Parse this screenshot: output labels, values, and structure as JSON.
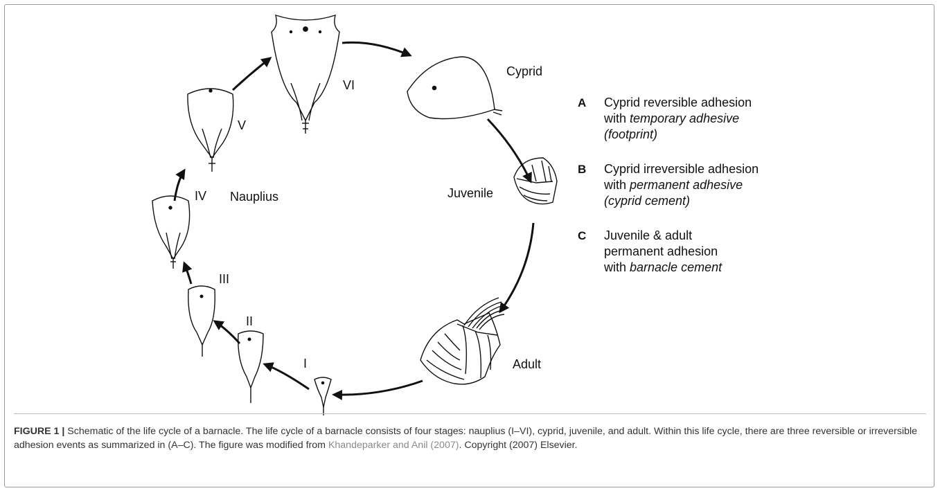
{
  "stages": {
    "nauplius_I": "I",
    "nauplius_II": "II",
    "nauplius_III": "III",
    "nauplius_IV": "IV",
    "nauplius_V": "V",
    "nauplius_VI": "VI",
    "nauplius_group": "Nauplius",
    "cyprid": "Cyprid",
    "juvenile": "Juvenile",
    "adult": "Adult"
  },
  "events": [
    {
      "letter": "A",
      "line1": "Cyprid reversible adhesion",
      "line2_prefix": "with ",
      "line2_em": "temporary adhesive",
      "line3_em": "(footprint)"
    },
    {
      "letter": "B",
      "line1": "Cyprid irreversible adhesion",
      "line2_prefix": "with ",
      "line2_em": "permanent adhesive",
      "line3_em": "(cyprid cement)"
    },
    {
      "letter": "C",
      "line1": "Juvenile & adult",
      "line2": "permanent adhesion",
      "line3_prefix": "with ",
      "line3_em": "barnacle cement"
    }
  ],
  "caption": {
    "label": "FIGURE 1 |",
    "text1": " Schematic of the life cycle of a barnacle. The life cycle of a barnacle consists of four stages: nauplius (I–VI), cyprid, juvenile, and adult. Within this life cycle, there are three reversible or irreversible adhesion events as summarized in (A–C). The figure was modified from ",
    "citation": "Khandeparker and Anil (2007)",
    "text2": ". Copyright (2007) Elsevier."
  }
}
